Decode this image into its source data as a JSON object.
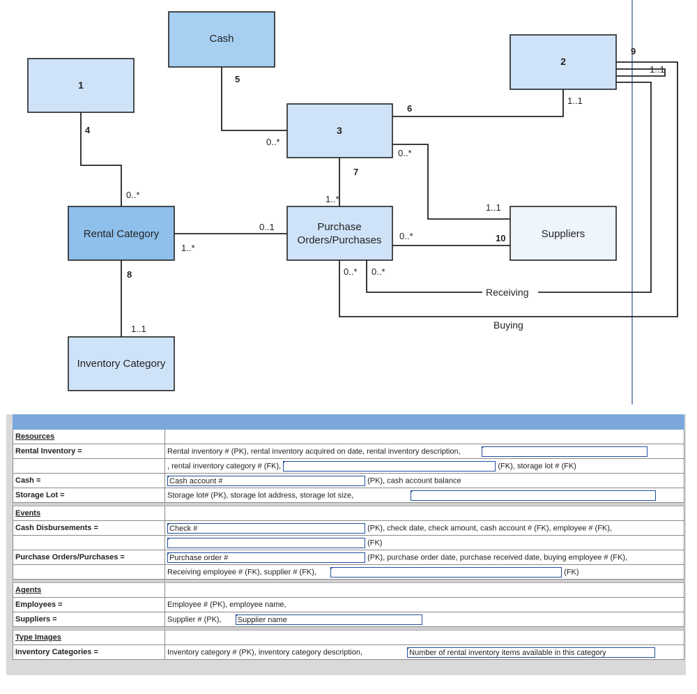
{
  "diagram": {
    "entities": {
      "cash": "Cash",
      "e1": "1",
      "e2": "2",
      "e3": "3",
      "rental_category": "Rental Category",
      "purchase_line1": "Purchase",
      "purchase_line2": "Orders/Purchases",
      "suppliers": "Suppliers",
      "inventory_category": "Inventory Category"
    },
    "relationship_numbers": {
      "r4": "4",
      "r5": "5",
      "r6": "6",
      "r7": "7",
      "r8": "8",
      "r9": "9",
      "r10": "10"
    },
    "multiplicities": {
      "e1_rental": "0..*",
      "cash_e3": "0..*",
      "e3_e2": "1..1",
      "e3_suppliers_top": "0..*",
      "e3_purchase": "1..*",
      "rental_purchase_left": "1..*",
      "rental_purchase_right": "0..1",
      "purchase_suppliers": "0..*",
      "suppliers_top": "1..1",
      "purchase_receiving_a": "0..*",
      "purchase_receiving_b": "0..*",
      "e2_right": "1..1",
      "rental_inventory": "1..1"
    },
    "labels": {
      "receiving": "Receiving",
      "buying": "Buying"
    },
    "colors": {
      "dark_fill": "#8fc0ec",
      "mid_fill": "#a6cff2",
      "light_fill": "#cfe3f8",
      "lightest_fill": "#eef5fd",
      "vline": "#2b4f8a"
    }
  },
  "table": {
    "sections": {
      "resources": "Resources",
      "events": "Events",
      "agents": "Agents",
      "type_images": "Type Images"
    },
    "rows": {
      "rental_inventory": {
        "label": "Rental Inventory =",
        "line1": "Rental inventory # (PK), rental inventory acquired on date, rental inventory description,",
        "line1_box": "",
        "line2_pre": ", rental inventory category # (FK),",
        "line2_box": "",
        "line2_post": "(FK), storage lot # (FK)"
      },
      "cash": {
        "label": "Cash =",
        "box": "Cash account #",
        "post": "(PK), cash account balance"
      },
      "storage_lot": {
        "label": "Storage Lot =",
        "pre": "Storage lot# (PK), storage lot address, storage lot size,",
        "box": ""
      },
      "cash_disbursements": {
        "label": "Cash Disbursements =",
        "box1": "Check #",
        "post1": "(PK), check date, check amount, cash account # (FK), employee # (FK),",
        "box2": "",
        "post2": "(FK)"
      },
      "purchase_orders": {
        "label": "Purchase Orders/Purchases =",
        "box1": "Purchase order #",
        "post1": "(PK), purchase order date, purchase received date, buying employee # (FK),",
        "pre2": "Receiving employee # (FK), supplier # (FK),",
        "box2": "",
        "post2": "(FK)"
      },
      "employees": {
        "label": "Employees =",
        "text": "Employee # (PK), employee name,"
      },
      "suppliers": {
        "label": "Suppliers =",
        "pre": "Supplier # (PK),",
        "box": "Supplier name"
      },
      "inventory_categories": {
        "label": "Inventory Categories =",
        "pre": "Inventory category # (PK), inventory category description,",
        "box": "Number of rental inventory items available in this category"
      }
    }
  }
}
